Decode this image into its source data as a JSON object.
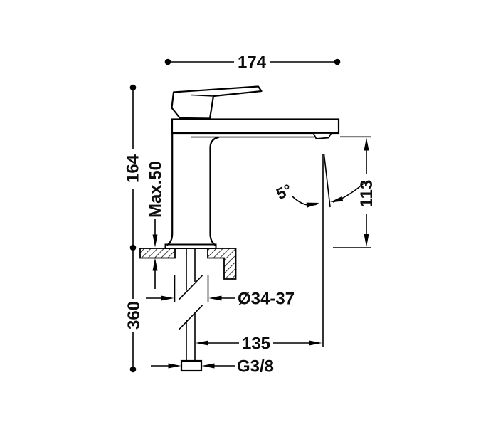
{
  "colors": {
    "line": "#000000",
    "text": "#0d0d0d",
    "background": "#ffffff"
  },
  "dimensions": {
    "overall_width": "174",
    "overall_height": "164",
    "max_deck_thickness": "Max.50",
    "outlet_height": "113",
    "outlet_angle": "5°",
    "hole_diameter": "Ø34-37",
    "below_deck_length": "360",
    "outlet_reach": "135",
    "connection_thread": "G3/8"
  }
}
